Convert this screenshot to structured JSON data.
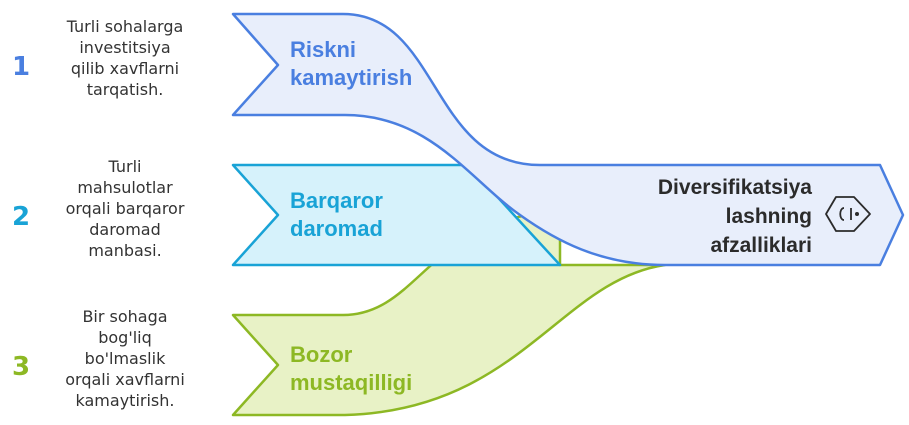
{
  "center": {
    "line1": "Diversifikatsiya",
    "line2": "lashning",
    "line3": "afzalliklari",
    "icon": "hexagon-chart-icon"
  },
  "items": [
    {
      "number": "1",
      "title_line1": "Riskni",
      "title_line2": "kamaytirish",
      "desc_lines": [
        "Turli sohalarga",
        "investitsiya",
        "qilib xavflarni",
        "tarqatish."
      ]
    },
    {
      "number": "2",
      "title_line1": "Barqaror",
      "title_line2": "daromad",
      "desc_lines": [
        "Turli",
        "mahsulotlar",
        "orqali barqaror",
        "daromad",
        "manbasi."
      ]
    },
    {
      "number": "3",
      "title_line1": "Bozor",
      "title_line2": "mustaqilligi",
      "desc_lines": [
        "Bir sohaga",
        "bog'liq",
        "bo'lmaslik",
        "orqali xavflarni",
        "kamaytirish."
      ]
    }
  ],
  "colors": {
    "blue": "#4a7fe0",
    "cyan": "#19a3d6",
    "green": "#8db824",
    "blue_fill": "#e8eefb",
    "cyan_fill": "#d6f2fb",
    "green_fill": "#e8f2c6"
  }
}
